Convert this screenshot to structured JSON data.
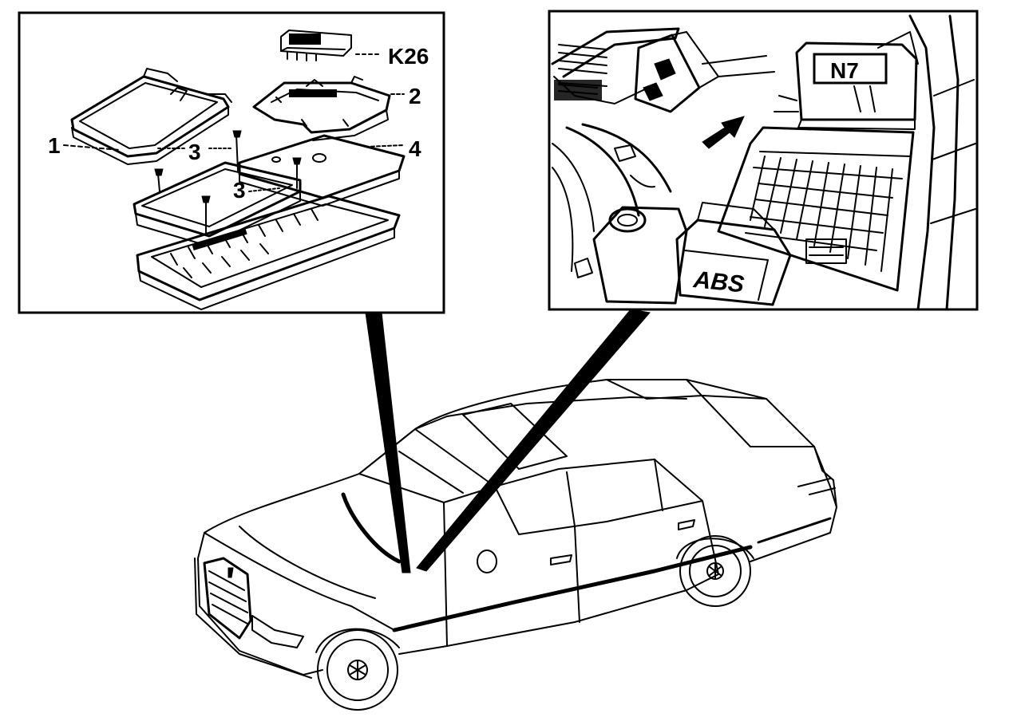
{
  "left_detail": {
    "labels": {
      "k26": "K26",
      "part_1": "1",
      "part_2": "2",
      "part_3_upper": "3",
      "part_3_lower": "3",
      "part_4": "4"
    }
  },
  "right_detail": {
    "labels": {
      "n7": "N7",
      "abs": "ABS"
    }
  }
}
